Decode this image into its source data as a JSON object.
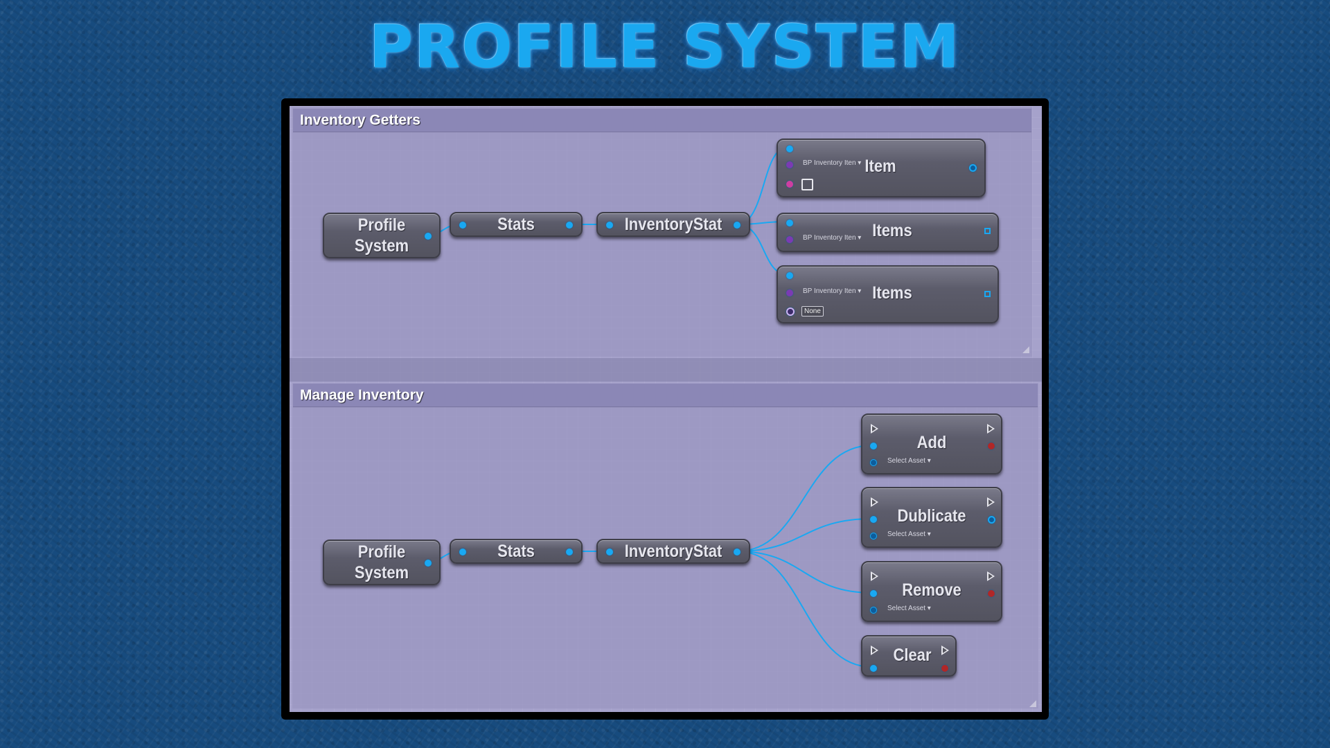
{
  "title": "PROFILE SYSTEM",
  "groups": {
    "inventory_getters": {
      "header": "Inventory Getters",
      "source_node": "Profile System",
      "source_node_line1": "Profile",
      "source_node_line2": "System",
      "stats_node": "Stats",
      "inventory_stat_node": "InventoryStat",
      "getter_nodes": [
        {
          "label": "Item",
          "class_select": "BP Inventory Iten",
          "input": "checkbox"
        },
        {
          "label": "Items",
          "class_select": "BP Inventory Iten"
        },
        {
          "label": "Items",
          "class_select": "BP Inventory Iten",
          "input_value": "None"
        }
      ]
    },
    "manage_inventory": {
      "header": "Manage Inventory",
      "source_node_line1": "Profile",
      "source_node_line2": "System",
      "stats_node": "Stats",
      "inventory_stat_node": "InventoryStat",
      "function_nodes": [
        {
          "label": "Add",
          "asset_select": "Select Asset"
        },
        {
          "label": "Dublicate",
          "asset_select": "Select Asset"
        },
        {
          "label": "Remove",
          "asset_select": "Select Asset"
        },
        {
          "label": "Clear"
        }
      ]
    }
  },
  "colors": {
    "background": "#174b7e",
    "panel": "#a6a2cb",
    "comment_header": "#8b87b6",
    "node_body": "#5c5c6b",
    "wire": "#19a8f2",
    "title": "#1aa8f0"
  }
}
